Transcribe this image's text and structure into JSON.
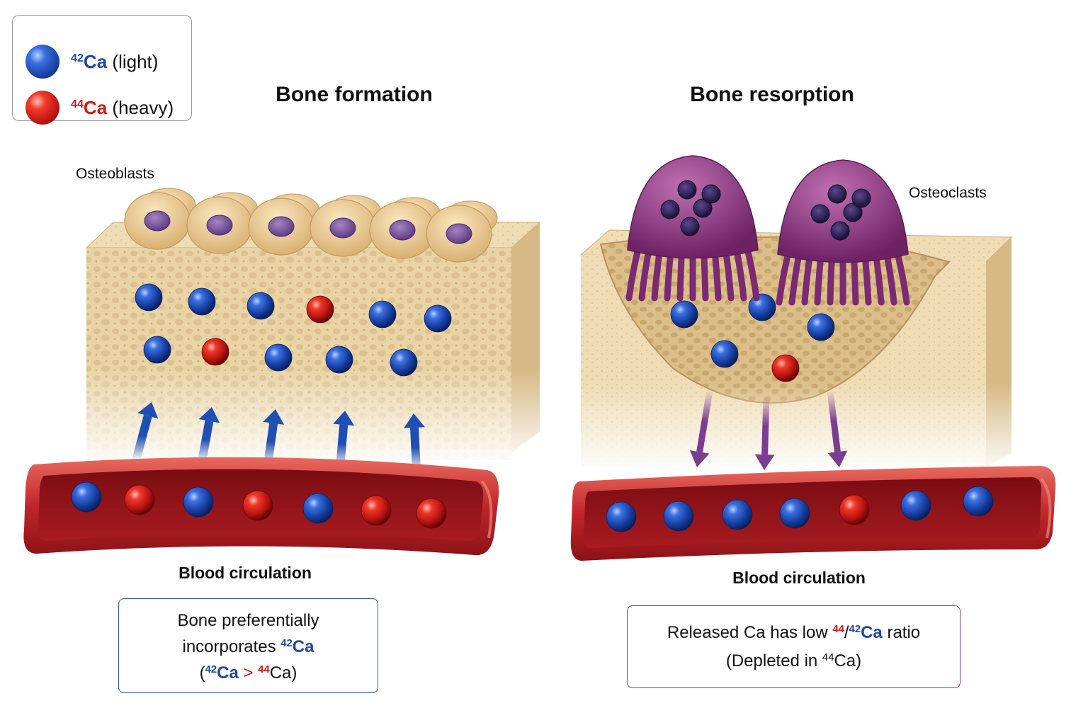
{
  "legend": {
    "light": {
      "mass": "42",
      "element": "Ca",
      "desc": "(light)"
    },
    "heavy": {
      "mass": "44",
      "element": "Ca",
      "desc": "(heavy)"
    }
  },
  "colors": {
    "light_atom": "#1f47a8",
    "heavy_atom": "#d11818",
    "formation_arrow": "#1f4fb5",
    "resorption_arrow": "#7a3d92",
    "bone": "#ead4a6",
    "osteoblast": "#f0d39c",
    "osteoclast": "#8c3a86",
    "vessel": "#b4232a"
  },
  "formation": {
    "title": "Bone formation",
    "cell_label": "Osteoblasts",
    "bone_atoms": [
      "42Ca",
      "42Ca",
      "42Ca",
      "44Ca",
      "42Ca",
      "42Ca",
      "42Ca",
      "44Ca",
      "42Ca",
      "42Ca",
      "42Ca"
    ],
    "blood_atoms": [
      "42Ca",
      "44Ca",
      "42Ca",
      "44Ca",
      "42Ca",
      "44Ca",
      "44Ca"
    ],
    "arrow_count": 5,
    "blood_label": "Blood circulation",
    "note": {
      "line1": "Bone preferentially",
      "line2_prefix": "incorporates ",
      "iso_light": "42",
      "element": "Ca",
      "line3_open": "(",
      "gt": ">",
      "iso_heavy": "44",
      "line3_close": ")"
    }
  },
  "resorption": {
    "title": "Bone resorption",
    "cell_label": "Osteoclasts",
    "bone_atoms": [
      "42Ca",
      "42Ca",
      "42Ca",
      "42Ca",
      "44Ca"
    ],
    "blood_atoms": [
      "42Ca",
      "42Ca",
      "42Ca",
      "42Ca",
      "44Ca",
      "42Ca",
      "42Ca"
    ],
    "arrow_count": 3,
    "blood_label": "Blood circulation",
    "note": {
      "line1_prefix": "Released Ca has low ",
      "iso_heavy": "44",
      "slash": "/",
      "iso_light": "42",
      "element": "Ca",
      "line1_suffix": " ratio",
      "line2_prefix": "(Depleted in ",
      "line2_suffix": ")"
    }
  }
}
